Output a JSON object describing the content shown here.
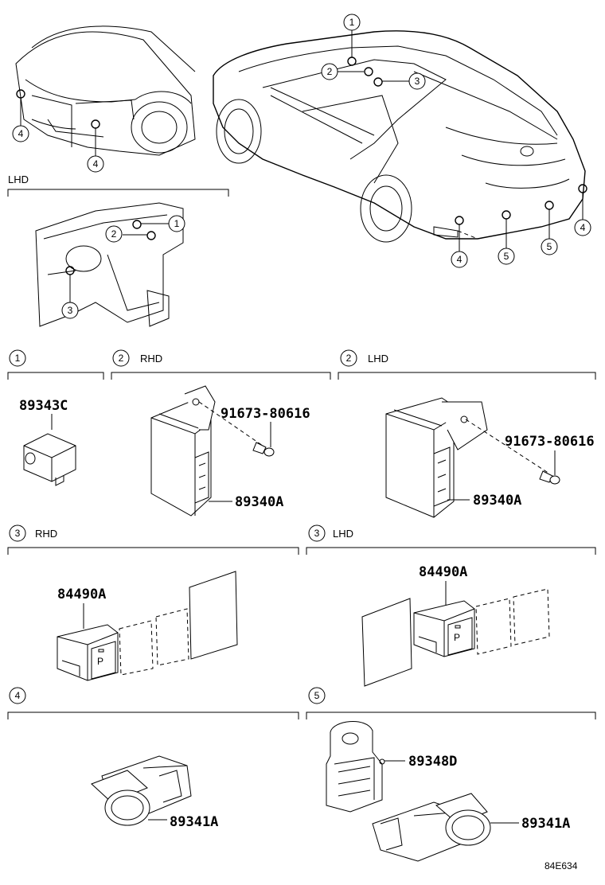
{
  "labels": {
    "lhd": "LHD",
    "rhd": "RHD"
  },
  "callouts": {
    "c1": "1",
    "c2": "2",
    "c3": "3",
    "c4": "4",
    "c5": "5"
  },
  "sections": {
    "s1": {
      "num": "1",
      "label": ""
    },
    "s2_rhd": {
      "num": "2",
      "label": "RHD"
    },
    "s2_lhd": {
      "num": "2",
      "label": "LHD"
    },
    "s3_rhd": {
      "num": "3",
      "label": "RHD"
    },
    "s3_lhd": {
      "num": "3",
      "label": "LHD"
    },
    "s4": {
      "num": "4",
      "label": ""
    },
    "s5": {
      "num": "5",
      "label": ""
    }
  },
  "parts": {
    "p89343C": "89343C",
    "p91673_rhd": "91673-80616",
    "p89340A_rhd": "89340A",
    "p91673_lhd": "91673-80616",
    "p89340A_lhd": "89340A",
    "p84490A_rhd": "84490A",
    "p84490A_lhd": "84490A",
    "p89341A_s4": "89341A",
    "p89348D": "89348D",
    "p89341A_s5": "89341A"
  },
  "switch_glyph": "P",
  "diagram_code": "84E634"
}
